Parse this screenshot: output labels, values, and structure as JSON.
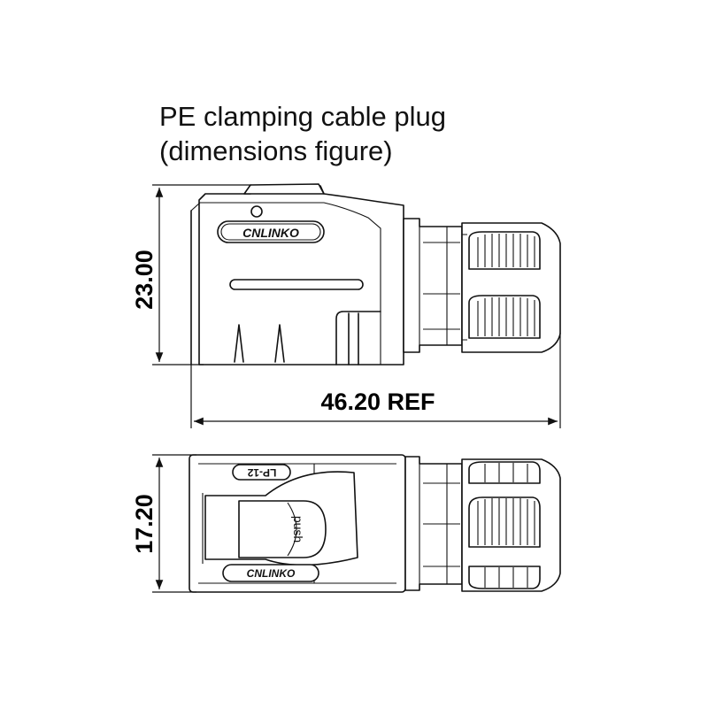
{
  "title": {
    "line1": "PE clamping cable plug",
    "line2": "(dimensions figure)"
  },
  "dimensions": {
    "height_side": "23.00",
    "length": "46.20 REF",
    "height_top": "17.20"
  },
  "labels": {
    "brand_side": "CNLINKO",
    "brand_top": "CNLINKO",
    "model": "LP-12",
    "push": "push"
  }
}
